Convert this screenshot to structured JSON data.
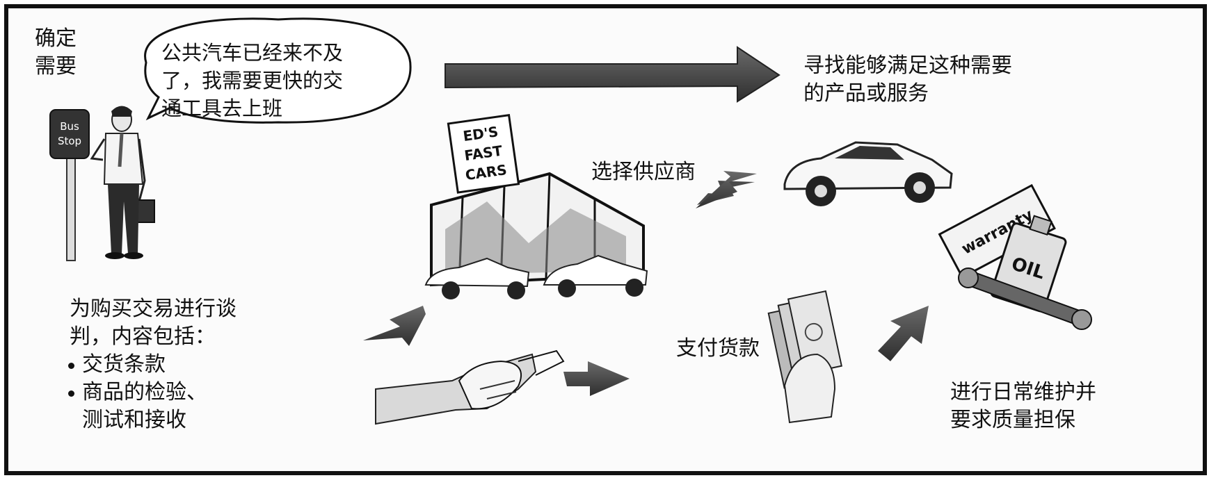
{
  "steps": {
    "identify_need": "确定\n需要",
    "speech_bubble": "公共汽车已经来不及\n了，我需要更快的交\n通工具去上班",
    "find_product": "寻找能够满足这种需要\n的产品或服务",
    "choose_supplier": "选择供应商",
    "negotiate_intro": "为购买交易进行谈\n判，内容包括：",
    "negotiate_items": [
      "交货条款",
      "商品的检验、\n测试和接收"
    ],
    "payment": "支付货款",
    "maintenance": "进行日常维护并\n要求质量担保"
  },
  "images": {
    "bus_stop_sign": "Bus\nStop",
    "dealership_sign": "ED'S\nFAST\nCARS",
    "warranty_tag": "warranty",
    "oil_can": "OIL"
  },
  "colors": {
    "arrow": "#4a4a4a",
    "ink": "#111111",
    "frame": "#111111"
  }
}
